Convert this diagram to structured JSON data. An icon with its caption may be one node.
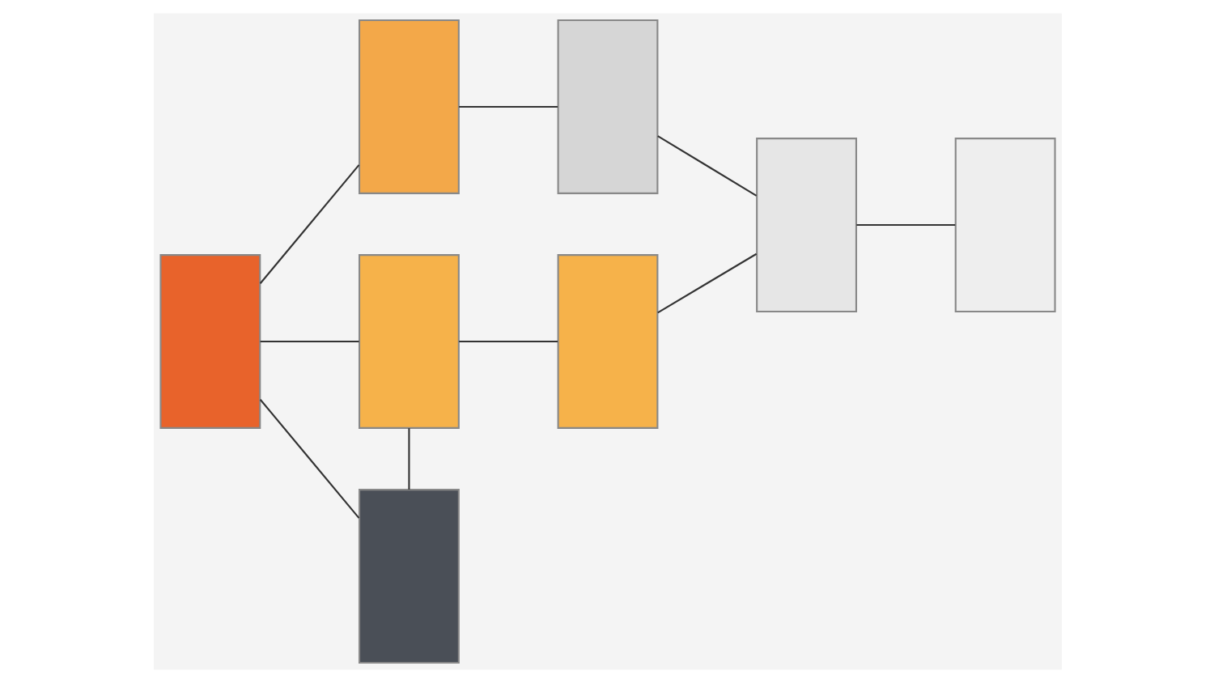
{
  "diagram": {
    "nodes": [
      {
        "text": [],
        "shape": "box"
      },
      {
        "text": [],
        "shape": "box"
      },
      {
        "text": [],
        "shape": "box"
      },
      {
        "text": [],
        "shape": "box"
      },
      {
        "text": [],
        "shape": "box"
      },
      {
        "text": [],
        "shape": "box"
      },
      {
        "text": [],
        "shape": "box"
      },
      {
        "text": [],
        "shape": "box"
      }
    ],
    "edges": [
      {
        "from": 0,
        "to": 1,
        "arrow": "none"
      },
      {
        "from": 0,
        "to": 4,
        "arrow": "none"
      },
      {
        "from": 0,
        "to": 6,
        "arrow": "none"
      },
      {
        "from": 1,
        "to": 2,
        "arrow": "none"
      },
      {
        "from": 2,
        "to": 3,
        "arrow": "none"
      },
      {
        "from": 4,
        "to": 5,
        "arrow": "none"
      },
      {
        "from": 5,
        "to": 3,
        "arrow": "none"
      },
      {
        "from": 4,
        "to": 6,
        "arrow": "none"
      },
      {
        "from": 3,
        "to": 7,
        "arrow": "none"
      }
    ]
  }
}
